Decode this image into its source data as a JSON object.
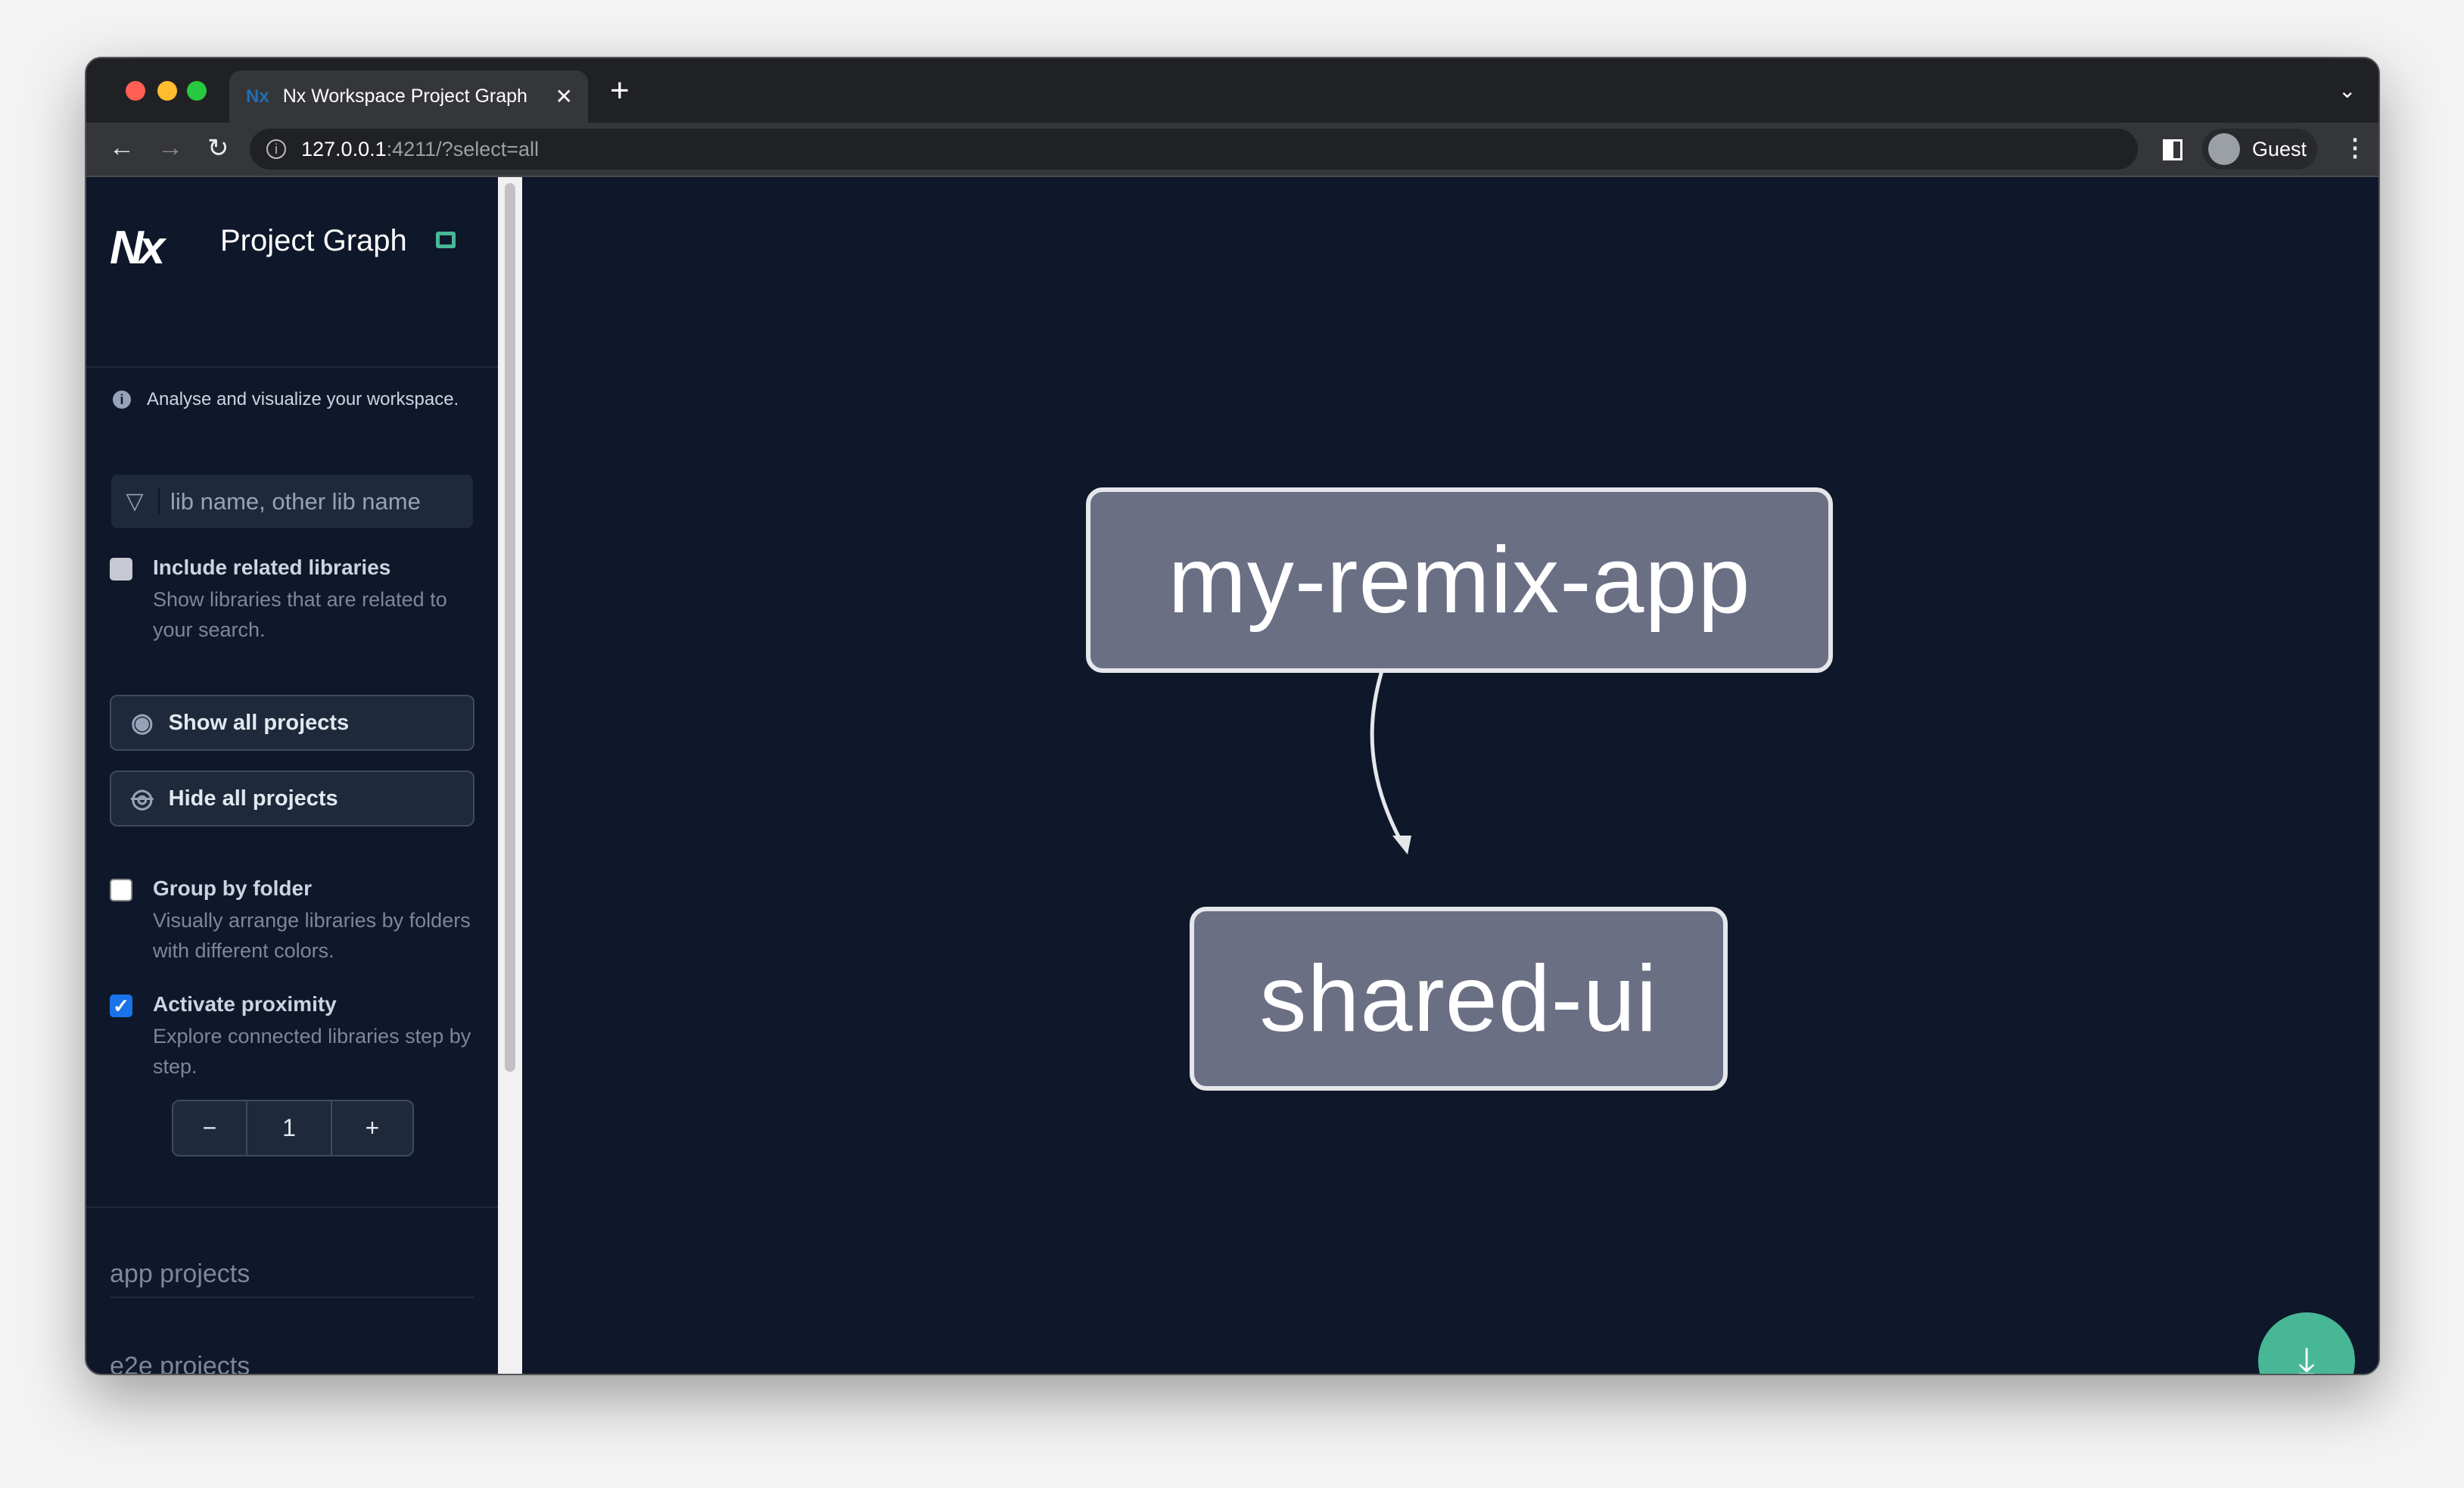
{
  "browser": {
    "tab_title": "Nx Workspace Project Graph",
    "url_host": "127.0.0.1",
    "url_rest": ":4211/?select=all",
    "profile": "Guest"
  },
  "sidebar": {
    "title": "Project Graph",
    "info": "Analyse and visualize your workspace.",
    "filter_placeholder": "lib name, other lib name",
    "include_related": {
      "label": "Include related libraries",
      "desc": "Show libraries that are related to your search.",
      "checked": false
    },
    "show_all": "Show all projects",
    "hide_all": "Hide all projects",
    "group_by_folder": {
      "label": "Group by folder",
      "desc": "Visually arrange libraries by folders with different colors.",
      "checked": false
    },
    "proximity": {
      "label": "Activate proximity",
      "desc": "Explore connected libraries step by step.",
      "checked": true
    },
    "stepper": {
      "minus": "−",
      "value": "1",
      "plus": "+"
    },
    "sections": [
      "app projects",
      "e2e projects"
    ]
  },
  "graph": {
    "nodes": [
      "my-remix-app",
      "shared-ui"
    ],
    "edges": [
      {
        "from": "my-remix-app",
        "to": "shared-ui"
      }
    ]
  },
  "colors": {
    "background": "#0f172a",
    "node": "#6b6f84",
    "accent": "#48b796",
    "checkbox": "#1a73e8"
  }
}
